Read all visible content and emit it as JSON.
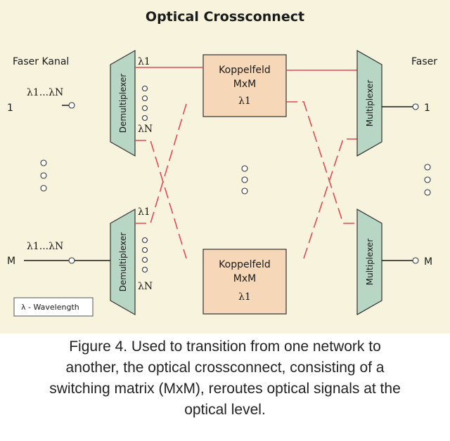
{
  "title": "Optical Crossconnect",
  "left_header": "Faser Kanal",
  "right_header": "Faser",
  "port_top_label": "1",
  "port_bottom_label": "M",
  "port_right_top_label": "1",
  "port_right_bottom_label": "M",
  "channel_range": "λ1...λN",
  "lambda_first": "λ1",
  "lambda_last": "λN",
  "demux_label": "Demultiplexer",
  "mux_label": "Multiplexer",
  "switch_top": {
    "line1": "Koppelfeld",
    "line2": "MxM",
    "line3": "λ1"
  },
  "switch_bottom": {
    "line1": "Koppelfeld",
    "line2": "MxM",
    "line3": "λ1"
  },
  "legend": "λ - Wavelength",
  "caption": {
    "line1": "Figure 4. Used to transition from one network to",
    "line2": "another, the optical crossconnect, consisting of a",
    "line3": "switching matrix (MxM), reroutes optical signals at the",
    "line4": "optical level."
  }
}
